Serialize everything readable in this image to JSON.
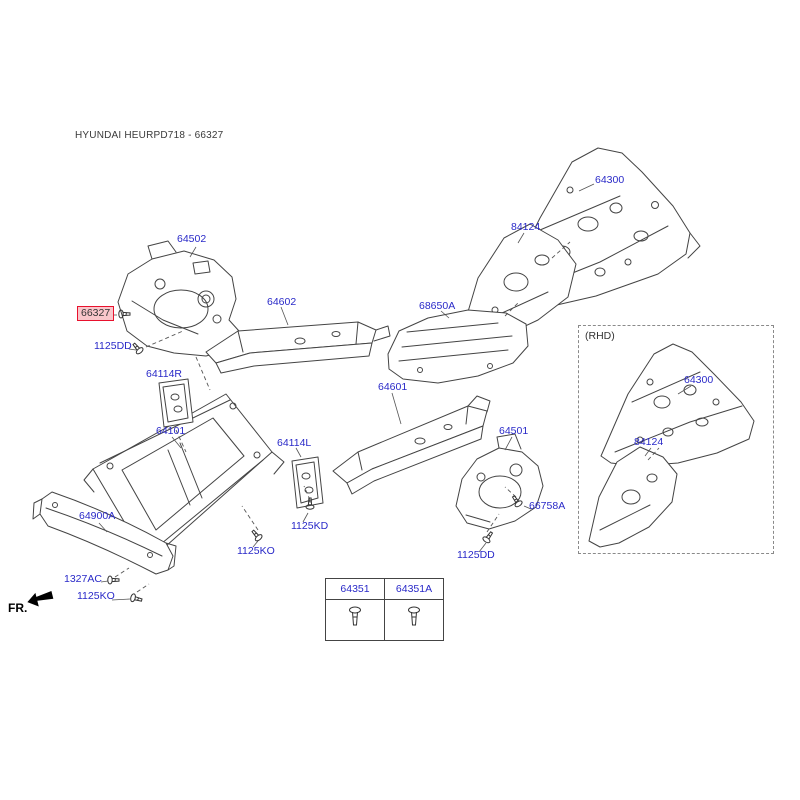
{
  "title": "HYUNDAI HEURPD718 - 66327",
  "fr_label": "FR.",
  "rhd_label": "(RHD)",
  "colors": {
    "accent_label": "#2929c8",
    "highlight_border": "#e8112d",
    "highlight_bg": "#f9c6cb",
    "line_art": "#444444"
  },
  "labels": {
    "p64502": "64502",
    "p64300_main": "64300",
    "p84124_main": "84124",
    "p64602": "64602",
    "p68650A": "68650A",
    "p66327": "66327",
    "p1125DD_upper": "1125DD",
    "p64114R": "64114R",
    "p64601": "64601",
    "p64300_rhd": "64300",
    "p84124_rhd": "84124",
    "p64101": "64101",
    "p64114L": "64114L",
    "p64501": "64501",
    "p66758A": "66758A",
    "p64900A": "64900A",
    "p1125KD": "1125KD",
    "p1125KO_mid": "1125KO",
    "p1125DD_lower": "1125DD",
    "p1327AC": "1327AC",
    "p1125KO_bottom": "1125KO"
  },
  "table": {
    "headers": [
      "64351",
      "64351A"
    ]
  }
}
